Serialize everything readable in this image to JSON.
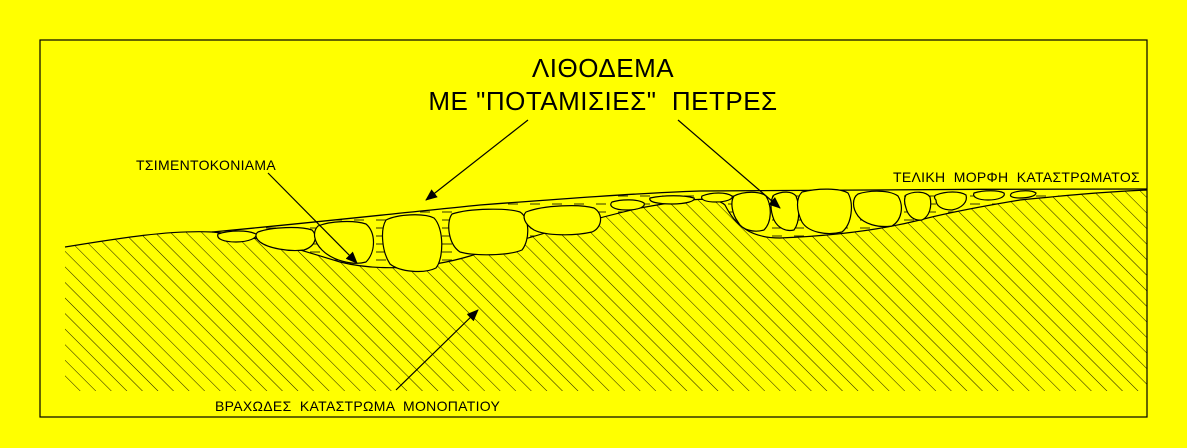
{
  "diagram": {
    "title_line1": "ΛΙΘΟΔΕΜΑ",
    "title_line2": "ΜΕ \"ΠΟΤΑΜΙΣΙΕΣ\"  ΠΕΤΡΕΣ",
    "label_mortar": "ΤΣΙΜΕΝΤΟΚΟΝΙΑΜΑ",
    "label_final_surface": "ΤΕΛΙΚΗ  ΜΟΡΦΗ  ΚΑΤΑΣΤΡΩΜΑΤΟΣ",
    "label_rock_bed": "ΒΡΑΧΩΔΕΣ  ΚΑΤΑΣΤΡΩΜΑ  ΜΟΝΟΠΑΤΙΟΥ"
  },
  "colors": {
    "background": "#ffff00",
    "ink": "#000000"
  }
}
